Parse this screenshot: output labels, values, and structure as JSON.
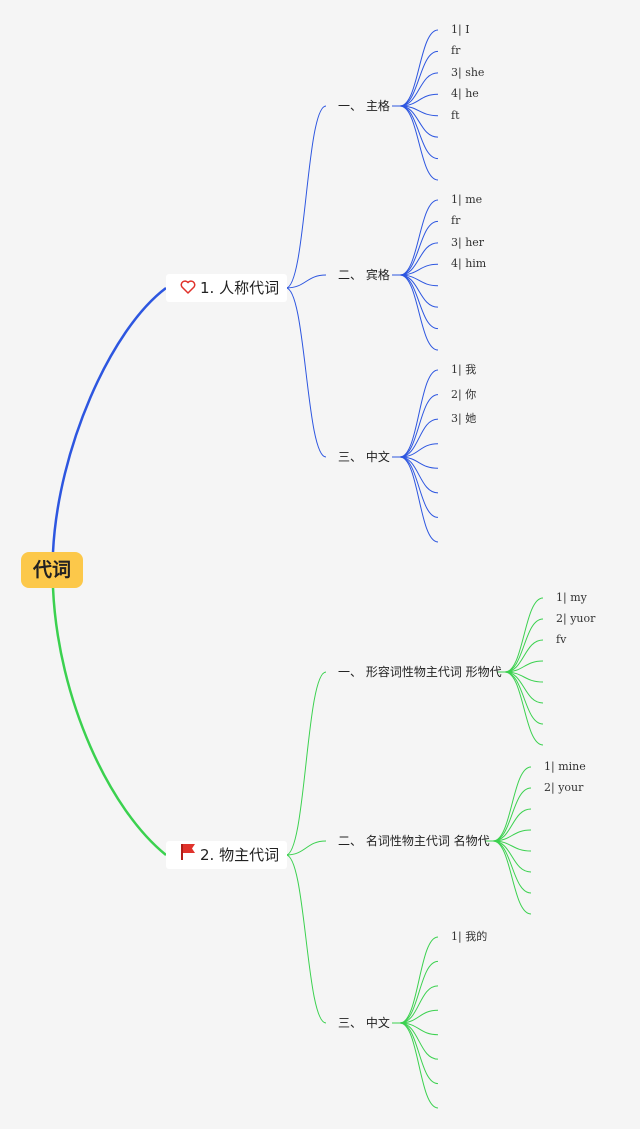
{
  "root": {
    "label": "代词"
  },
  "branches": [
    {
      "label": "1. 人称代词",
      "icon": "heart-outline-icon",
      "color": "#2d56e0",
      "sections": [
        {
          "label": "一、 主格",
          "leaves": [
            "1| I",
            "fr",
            "3| she",
            "4| he",
            "ft"
          ]
        },
        {
          "label": "二、 宾格",
          "leaves": [
            "1| me",
            "fr",
            "3| her",
            "4| him"
          ]
        },
        {
          "label": "三、 中文",
          "leaves": [
            "1| 我",
            "2| 你",
            "3| 她"
          ]
        }
      ]
    },
    {
      "label": "2. 物主代词",
      "icon": "red-flag-icon",
      "color": "#3bd14f",
      "sections": [
        {
          "label": "一、 形容词性物主代词 形物代",
          "leaves": [
            "1| my",
            "2| yuor",
            "fv"
          ]
        },
        {
          "label": "二、 名词性物主代词 名物代",
          "leaves": [
            "1| mine",
            "2| your"
          ]
        },
        {
          "label": "三、 中文",
          "leaves": [
            "1| 我的"
          ]
        }
      ]
    }
  ]
}
